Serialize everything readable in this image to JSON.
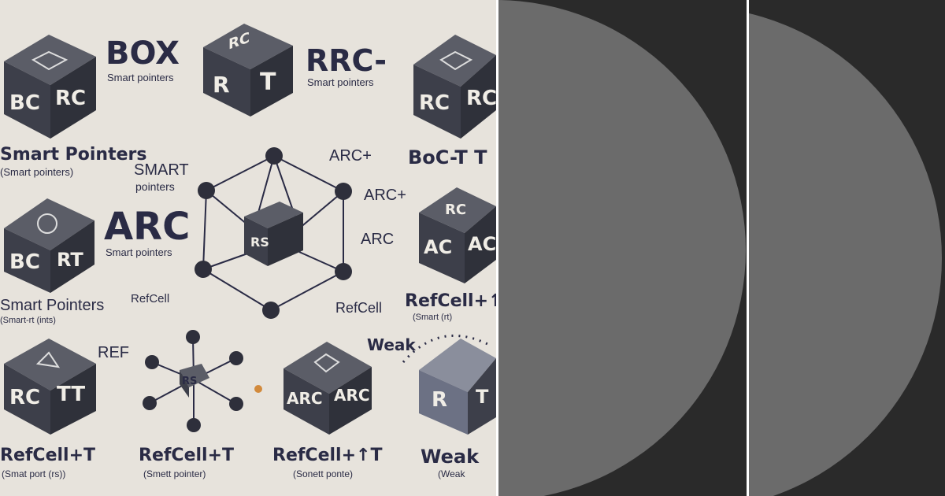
{
  "illustration": {
    "labels": {
      "box": "BOX",
      "box_sub": "Smart pointers",
      "rrc": "RRC-",
      "rrc_sub": "Smart pointers",
      "smart_pointers_1": "Smart Pointers",
      "smart_pointers_1_paren": "(Smart pointers)",
      "smart_center": "SMART",
      "pointers_center": "pointers",
      "arc_big": "ARC",
      "arc_big_sub": "Smart pointers",
      "smart_pointers_2": "Smart Pointers",
      "smart_pointers_2_paren": "(Smart-rt (ints)",
      "refcell_small": "RefCell",
      "arc_top": "ARC+",
      "boct": "BoC-T T",
      "arc_mid1": "ARC+",
      "arc_mid2": "ARC",
      "refcell_mid": "RefCell",
      "refcell_right": "RefCell+↑ T",
      "refcell_right_paren": "(Smart (rt)",
      "ref": "REF",
      "weak_mid": "Weak",
      "refcell_b1": "RefCell+T",
      "refcell_b1_paren": "(Smat port (rs))",
      "refcell_b2": "RefCell+T",
      "refcell_b2_paren": "(Smett pointer)",
      "refcell_b3": "RefCell+↑T",
      "refcell_b3_paren": "(Sonett ponte)",
      "weak_b": "Weak",
      "weak_b_paren": "(Weak"
    },
    "cube_faces": {
      "c1": [
        "BC",
        "RC"
      ],
      "c2": [
        "RC",
        "R",
        "T"
      ],
      "c3": [
        "RC",
        "RC"
      ],
      "c4": [
        "BC",
        "RT"
      ],
      "c5": [
        "RC",
        "AC",
        "AC"
      ],
      "c6": [
        "RC",
        "TT"
      ],
      "c7": [
        "ARC",
        "ARC"
      ],
      "c8": [
        "R",
        "T"
      ],
      "center": [
        "RS"
      ],
      "hub": [
        "RS"
      ]
    }
  },
  "colors": {
    "background": "#e7e3dc",
    "cube_dark": "#3d3f4a",
    "cube_top": "#5b5d67",
    "ink": "#2a2b45",
    "panel_bg": "#2a2a2a",
    "disc": "#6b6b6b",
    "divider": "#ffffff"
  }
}
